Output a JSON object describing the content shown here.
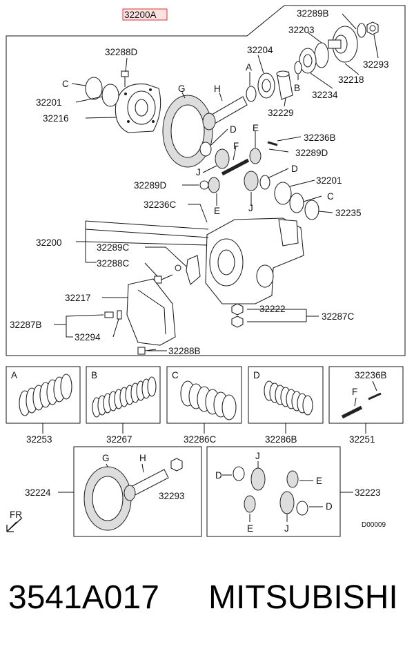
{
  "assembly_label": "32200A",
  "top_labels": {
    "l32289B": "32289B",
    "l32203": "32203",
    "l32293": "32293",
    "l32204": "32204",
    "lA": "A",
    "l32218": "32218",
    "lB": "B",
    "l32234": "32234",
    "l32229": "32229",
    "l32288D": "32288D",
    "lC1": "C",
    "l32201a": "32201",
    "l32216": "32216",
    "lG": "G",
    "lH": "H",
    "lD1": "D",
    "lE1": "E",
    "l32236B": "32236B",
    "lF": "F",
    "l32289D": "32289D",
    "lJ1": "J",
    "lD2": "D",
    "l32201b": "32201",
    "l32289Db": "32289D",
    "lE2": "E",
    "lC2": "C",
    "lJ2": "J",
    "l32235": "32235",
    "l32236C": "32236C",
    "l32200": "32200",
    "l32289C": "32289C",
    "l32288C": "32288C",
    "l32217": "32217",
    "l32222": "32222",
    "l32287B": "32287B",
    "l32287C": "32287C",
    "l32294": "32294",
    "l32288B": "32288B"
  },
  "kit_boxes": [
    {
      "letter": "A",
      "part": "32253"
    },
    {
      "letter": "B",
      "part": "32267"
    },
    {
      "letter": "C",
      "part": "32286C"
    },
    {
      "letter": "D",
      "part": "32286B"
    },
    {
      "letter": "",
      "part": "32251",
      "inner_top": "32236B",
      "inner_f": "F"
    }
  ],
  "gear_set_box": {
    "part": "32224",
    "lG": "G",
    "lH": "H",
    "l32293": "32293"
  },
  "diff_gear_box": {
    "part": "32223",
    "lJ1": "J",
    "lD1": "D",
    "lE1": "E",
    "lE2": "E",
    "lJ2": "J",
    "lD2": "D"
  },
  "direction_label": "FR",
  "diagram_code": "D00009",
  "footer": {
    "part_number": "3541A017",
    "brand": "MITSUBISHI"
  }
}
